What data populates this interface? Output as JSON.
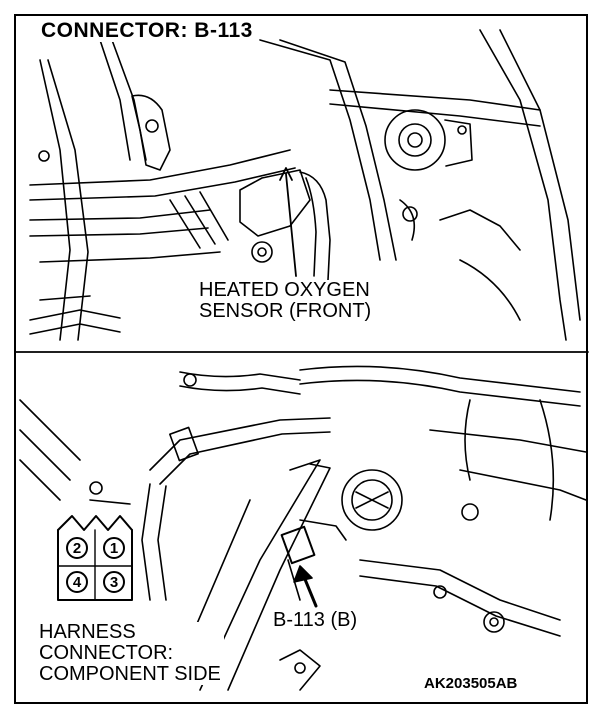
{
  "title": "CONNECTOR: B-113",
  "sensor_label": [
    "HEATED OXYGEN",
    "SENSOR (FRONT)"
  ],
  "connector_ref": "B-113 (B)",
  "harness_label": [
    "HARNESS",
    "CONNECTOR:",
    "COMPONENT SIDE"
  ],
  "figure_id": "AK203505AB",
  "pins": [
    "2",
    "1",
    "4",
    "3"
  ],
  "colors": {
    "line": "#000000",
    "background": "#ffffff"
  }
}
